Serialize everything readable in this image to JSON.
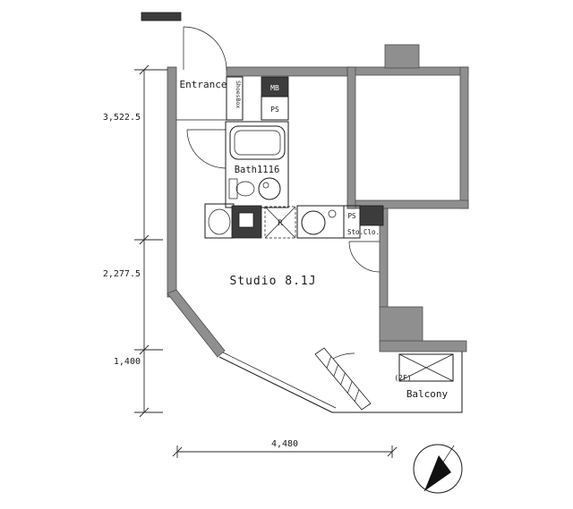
{
  "colors": {
    "wall": "#8f8f8f",
    "dark": "#3c3c3c",
    "line": "#1a1a1a",
    "bg": "#ffffff"
  },
  "rooms": {
    "entrance": {
      "label": "Entrance"
    },
    "shoes_box": {
      "label": "ShoesBox"
    },
    "bath": {
      "label": "Bath1116"
    },
    "studio": {
      "label": "Studio 8.1J"
    },
    "storage": {
      "label": "Sto.Clo."
    },
    "balcony": {
      "label": "Balcony"
    }
  },
  "fixtures": {
    "meter_box": "MB",
    "pipe_space_entrance": "PS",
    "pipe_space_kitchen": "PS",
    "refrigerator": "R",
    "floor_note": "(2F)"
  },
  "dimensions": {
    "left_top": "3,522.5",
    "left_middle": "2,277.5",
    "left_bottom": "1,400",
    "bottom_width": "4,480"
  }
}
